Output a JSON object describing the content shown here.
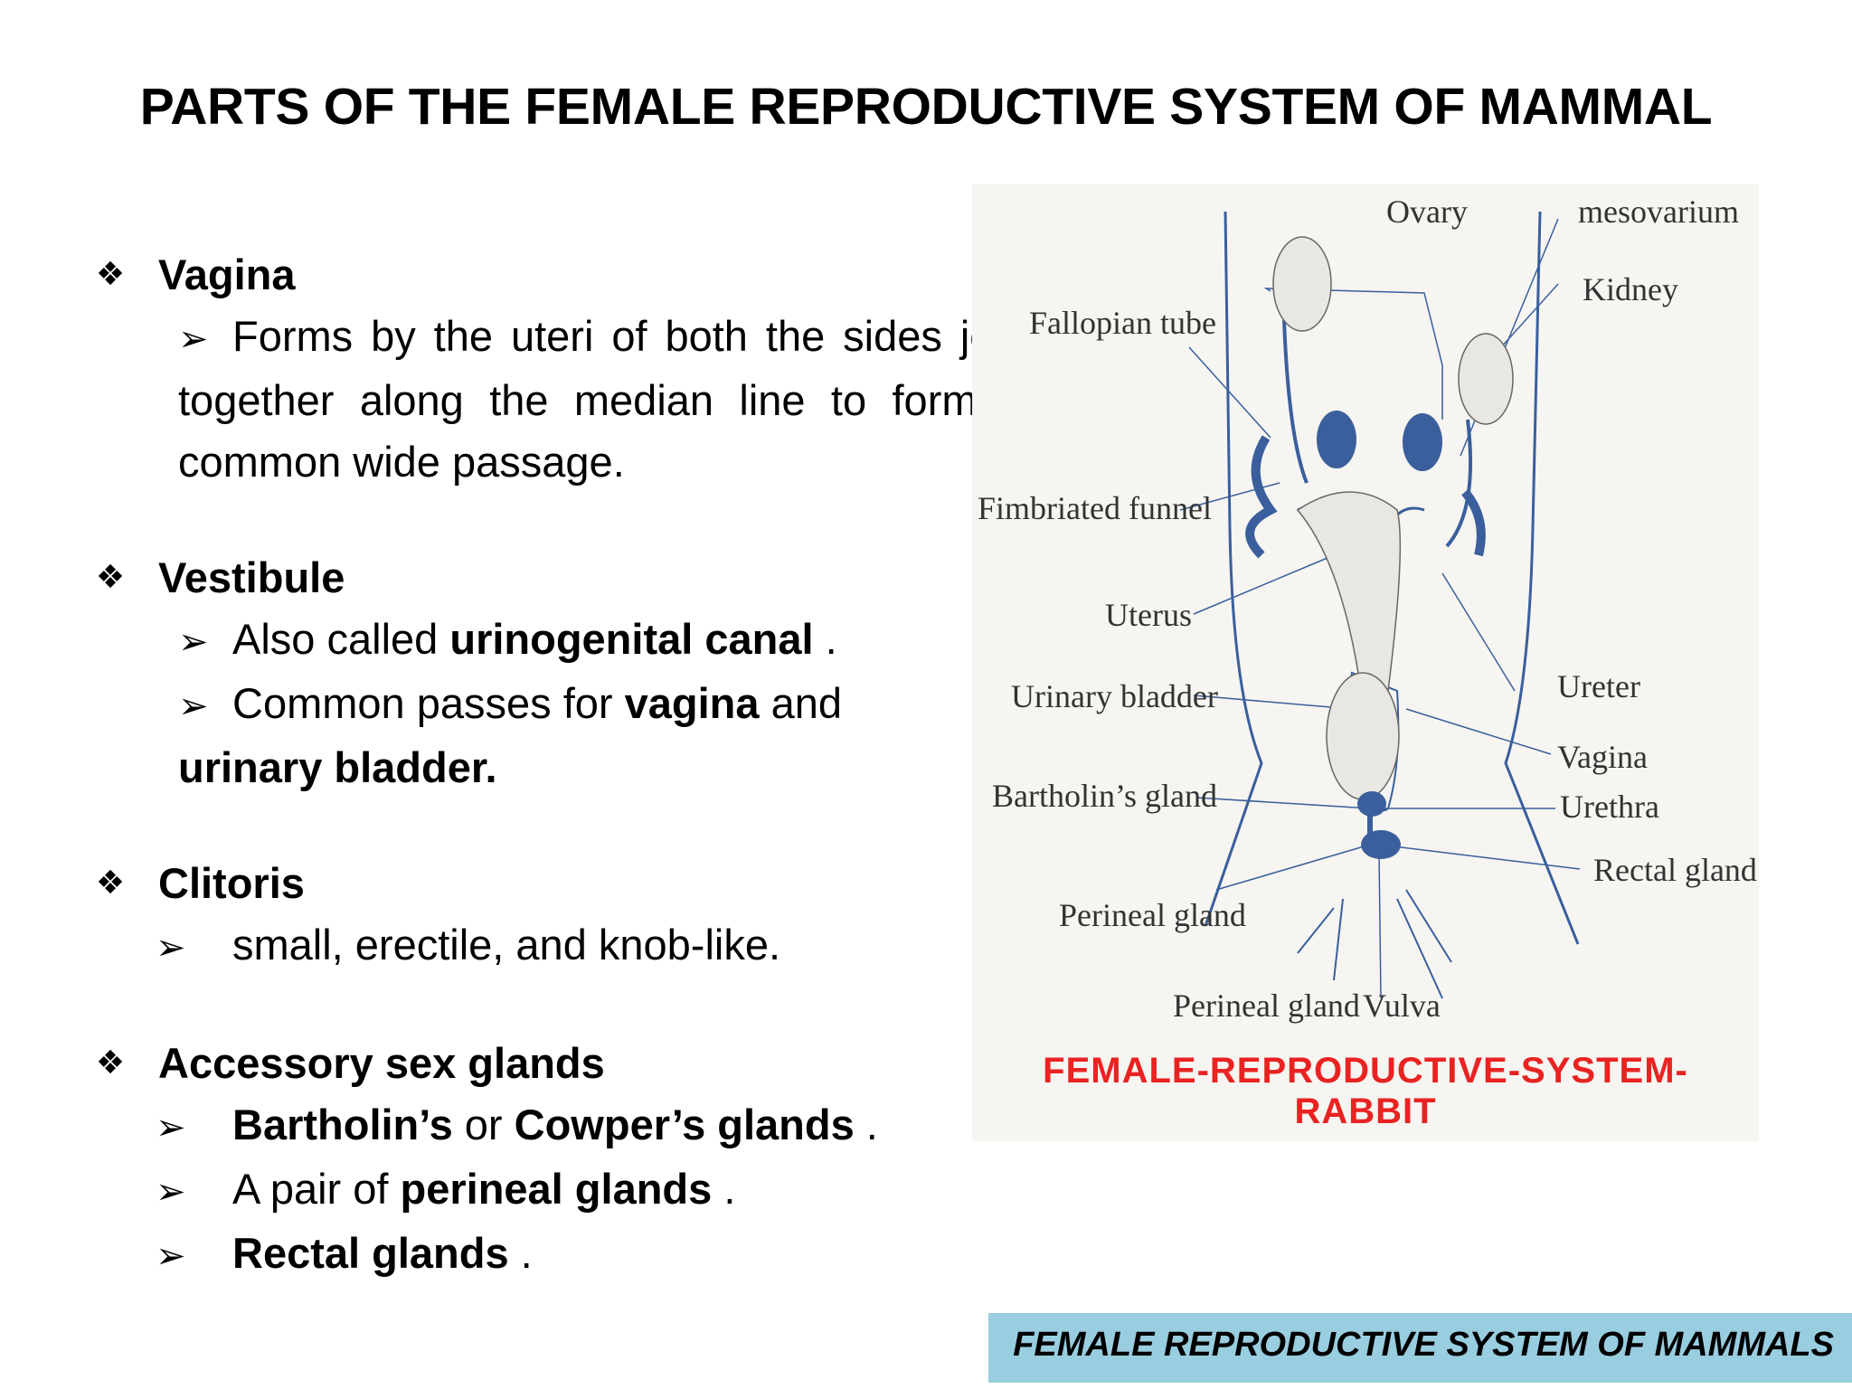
{
  "title": "PARTS OF THE FEMALE REPRODUCTIVE SYSTEM OF MAMMAL",
  "sections": [
    {
      "heading": "Vagina",
      "paragraph": "Forms by the uteri of both the sides join together along the median line to form a common wide passage."
    },
    {
      "heading": "Vestibule",
      "line1_pre": "Also called ",
      "line1_bold": "urinogenital canal",
      "line1_post": " .",
      "line2_pre": "Common passes for ",
      "line2_bold": "vagina",
      "line2_post": " and",
      "line2_cont": "urinary bladder."
    },
    {
      "heading": "Clitoris",
      "line1": "small, erectile, and knob-like."
    },
    {
      "heading": "Accessory sex glands",
      "item1_bold_a": "Bartholin’s",
      "item1_mid": " or ",
      "item1_bold_b": "Cowper’s glands",
      "item1_post": " .",
      "item2_pre": "A pair of ",
      "item2_bold": "perineal glands",
      "item2_post": " .",
      "item3_bold": "Rectal glands",
      "item3_post": " ."
    }
  ],
  "diagram": {
    "labels": {
      "ovary": "Ovary",
      "mesovarium": "mesovarium",
      "kidney": "Kidney",
      "fallopian_tube": "Fallopian tube",
      "fimbriated_funnel": "Fimbriated funnel",
      "uterus": "Uterus",
      "urinary_bladder": "Urinary bladder",
      "bartholins_gland": "Bartholin’s gland",
      "perineal_gland_1": "Perineal gland",
      "perineal_gland_2": "Perineal gland",
      "vulva": "Vulva",
      "ureter": "Ureter",
      "vagina": "Vagina",
      "urethra": "Urethra",
      "rectal_gland": "Rectal gland"
    },
    "caption": "FEMALE-REPRODUCTIVE-SYSTEM-RABBIT"
  },
  "footer": "FEMALE REPRODUCTIVE SYSTEM OF MAMMALS",
  "colors": {
    "diagram_line": "#3a5f9c",
    "caption": "#e82322",
    "footer_bg": "#99cde0"
  }
}
